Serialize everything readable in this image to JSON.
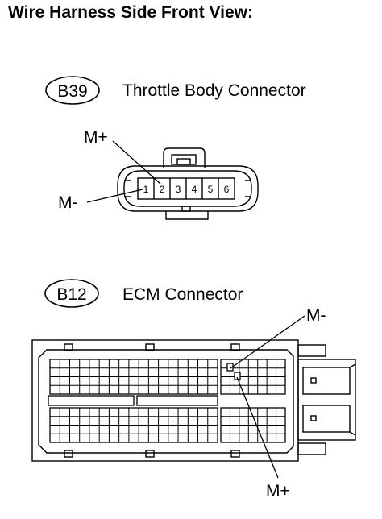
{
  "header": {
    "title": "Wire Harness Side Front View:"
  },
  "throttle": {
    "code": "B39",
    "name": "Throttle Body Connector",
    "pins": [
      "1",
      "2",
      "3",
      "4",
      "5",
      "6"
    ],
    "labels": {
      "plus": "M+",
      "minus": "M-"
    }
  },
  "ecm": {
    "code": "B12",
    "name": "ECM Connector",
    "labels": {
      "minus": "M-",
      "plus": "M+"
    }
  }
}
